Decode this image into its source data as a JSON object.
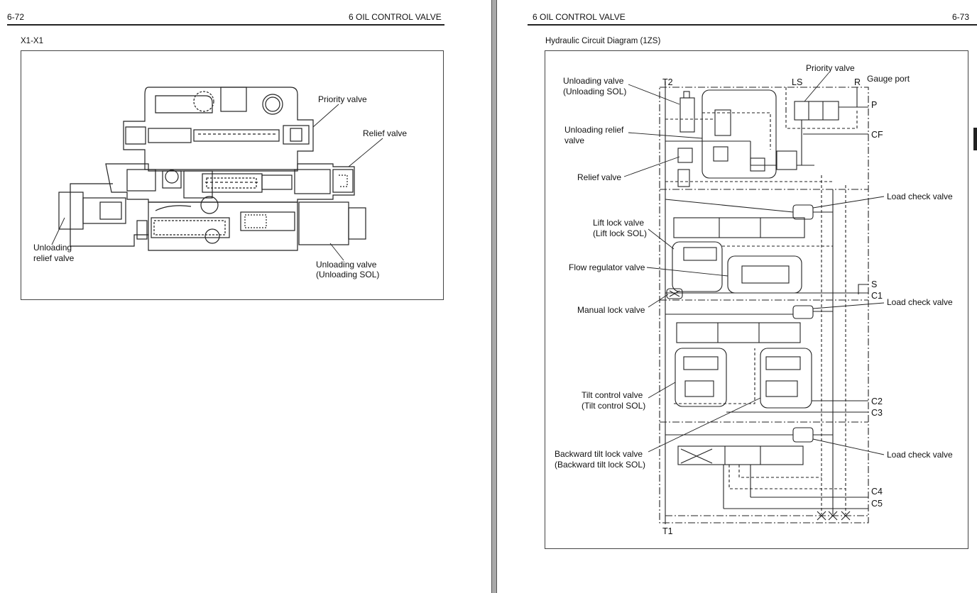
{
  "left_page": {
    "page_number": "6-72",
    "section_title": "6 OIL CONTROL VALVE",
    "figure_caption": "X1-X1",
    "callouts": {
      "priority_valve": "Priority valve",
      "relief_valve": "Relief valve",
      "unloading_relief_valve_line1": "Unloading",
      "unloading_relief_valve_line2": "relief valve",
      "unloading_valve_line1": "Unloading valve",
      "unloading_valve_line2": "(Unloading SOL)"
    }
  },
  "right_page": {
    "page_number": "6-73",
    "section_title": "6 OIL CONTROL VALVE",
    "figure_caption": "Hydraulic Circuit Diagram (1ZS)",
    "callouts": {
      "unloading_valve_line1": "Unloading valve",
      "unloading_valve_line2": "(Unloading SOL)",
      "unloading_relief_line1": "Unloading relief",
      "unloading_relief_line2": "valve",
      "relief_valve": "Relief valve",
      "priority_valve": "Priority valve",
      "gauge_port": "Gauge port",
      "load_check_valve_1": "Load check valve",
      "lift_lock_line1": "Lift lock valve",
      "lift_lock_line2": "(Lift lock SOL)",
      "flow_regulator": "Flow regulator valve",
      "manual_lock": "Manual lock valve",
      "load_check_valve_2": "Load check valve",
      "tilt_control_line1": "Tilt control valve",
      "tilt_control_line2": "(Tilt control SOL)",
      "backward_tilt_line1": "Backward tilt lock valve",
      "backward_tilt_line2": "(Backward tilt lock SOL)",
      "load_check_valve_3": "Load check valve"
    },
    "ports": {
      "t2": "T2",
      "ls": "LS",
      "r": "R",
      "p": "P",
      "cf": "CF",
      "s": "S",
      "c1": "C1",
      "c2": "C2",
      "c3": "C3",
      "c4": "C4",
      "c5": "C5",
      "t1": "T1"
    }
  }
}
